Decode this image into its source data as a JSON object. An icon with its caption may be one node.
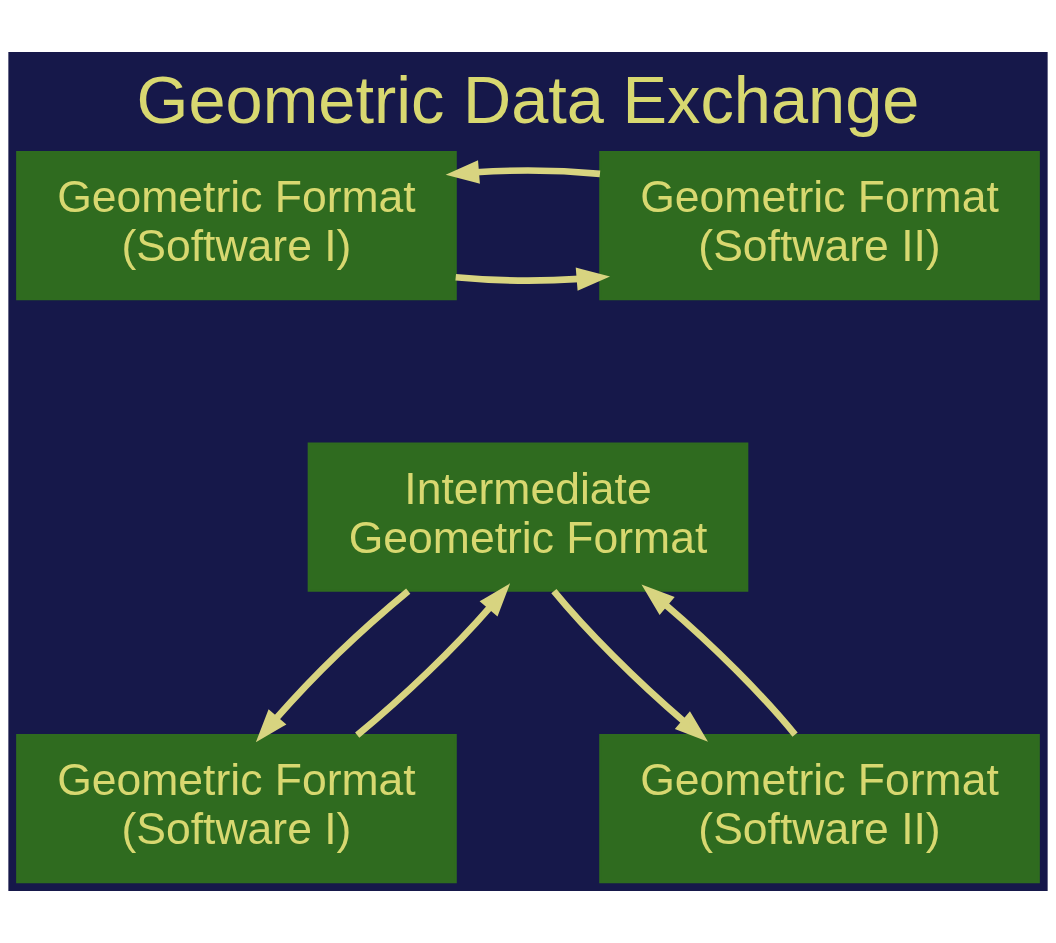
{
  "diagram": {
    "title": "Geometric Data Exchange",
    "nodes": [
      {
        "text": [
          "Geometric Format (Software I)"
        ]
      },
      {
        "text": [
          "Geometric Format (Software II)"
        ]
      },
      {
        "text": [
          "Intermediate Geometric Format"
        ]
      },
      {
        "text": [
          "Geometric Format (Software I)"
        ]
      },
      {
        "text": [
          "Geometric Format (Software II)"
        ]
      }
    ],
    "edges": [
      {
        "from": 0,
        "to": 1,
        "arrow": "to"
      },
      {
        "from": 1,
        "to": 0,
        "arrow": "to"
      },
      {
        "from": 2,
        "to": 3,
        "arrow": "to"
      },
      {
        "from": 3,
        "to": 2,
        "arrow": "to"
      },
      {
        "from": 4,
        "to": 2,
        "arrow": "to"
      },
      {
        "from": 2,
        "to": 4,
        "arrow": "to"
      }
    ]
  }
}
